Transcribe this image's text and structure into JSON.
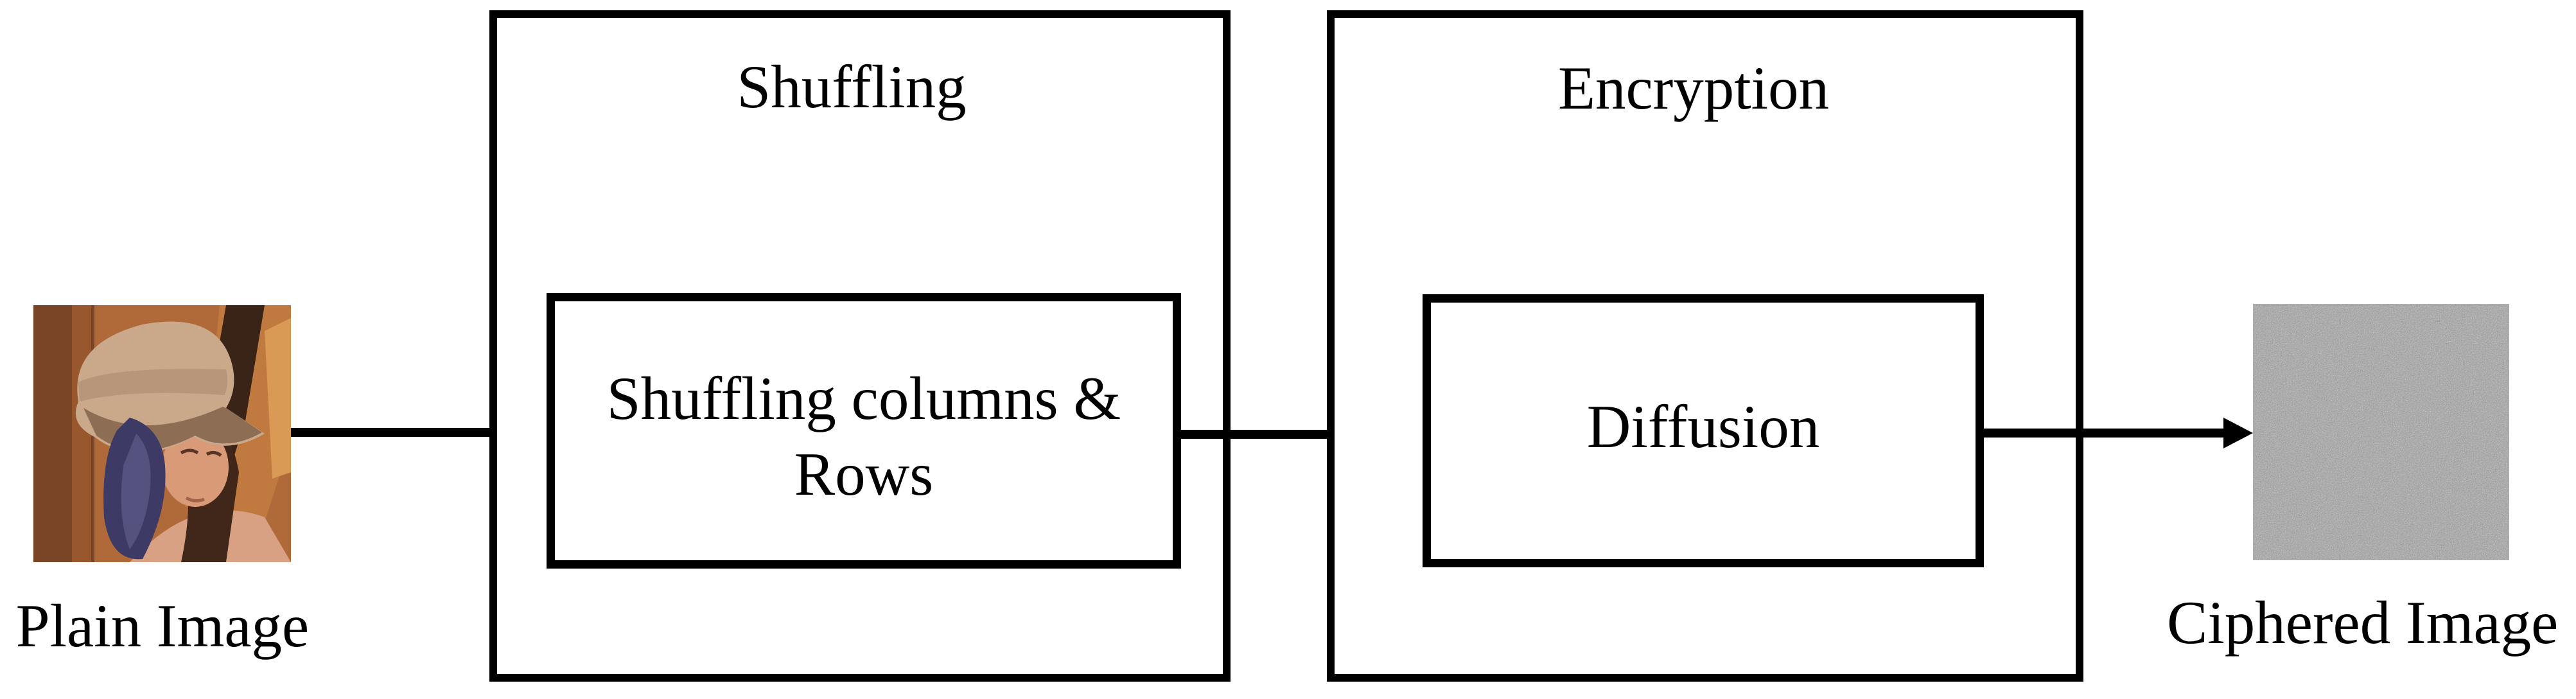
{
  "diagram": {
    "title_implicit": "Image encryption pipeline flowchart",
    "plain_image": {
      "label": "Plain Image"
    },
    "shuffling_stage": {
      "title": "Shuffling",
      "inner_box": {
        "line1": "Shuffling columns &",
        "line2": "Rows"
      }
    },
    "encryption_stage": {
      "title": "Encryption",
      "inner_box": {
        "label": "Diffusion"
      }
    },
    "ciphered_image": {
      "label": "Ciphered Image"
    },
    "icons": {
      "arrow1": "arrow-right-icon",
      "arrow2": "arrow-right-icon",
      "arrow3": "arrow-right-icon"
    },
    "colors": {
      "line": "#000000",
      "background": "#ffffff",
      "noise_gray": "#919191",
      "lena_skin": "#d89a77",
      "lena_hat": "#c9a98a",
      "lena_feather": "#3d3a66",
      "lena_wood": "#a05c2c"
    }
  }
}
